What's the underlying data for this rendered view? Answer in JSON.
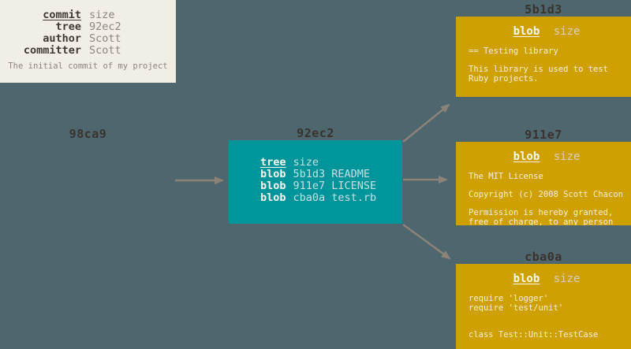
{
  "canvas": {
    "background_color": "#4E666E",
    "arrow_color": "#8B8278"
  },
  "commit": {
    "id": "98ca9",
    "box_color": "#F1EEE4",
    "rows": [
      {
        "key": "commit",
        "value": "size"
      },
      {
        "key": "tree",
        "value": "92ec2"
      },
      {
        "key": "author",
        "value": "Scott"
      },
      {
        "key": "committer",
        "value": "Scott"
      }
    ],
    "caption": "The initial commit of my project"
  },
  "tree": {
    "id": "92ec2",
    "box_color": "#00949B",
    "rows": [
      {
        "key": "tree",
        "value": "size"
      },
      {
        "key": "blob",
        "value": "5b1d3 README"
      },
      {
        "key": "blob",
        "value": "911e7 LICENSE"
      },
      {
        "key": "blob",
        "value": "cba0a test.rb"
      }
    ]
  },
  "blobs": [
    {
      "id": "5b1d3",
      "box_color": "#CFA002",
      "header_key": "blob",
      "header_value": "size",
      "lines": [
        "== Testing library",
        "",
        "This library is used to test",
        "Ruby projects."
      ]
    },
    {
      "id": "911e7",
      "box_color": "#CFA002",
      "header_key": "blob",
      "header_value": "size",
      "lines": [
        "The MIT License",
        "",
        "Copyright (c) 2008 Scott Chacon",
        "",
        "Permission is hereby granted,",
        "free of charge, to any person"
      ]
    },
    {
      "id": "cba0a",
      "box_color": "#CFA002",
      "header_key": "blob",
      "header_value": "size",
      "lines": [
        "require 'logger'",
        "require 'test/unit'",
        "",
        "",
        "class Test::Unit::TestCase"
      ]
    }
  ]
}
